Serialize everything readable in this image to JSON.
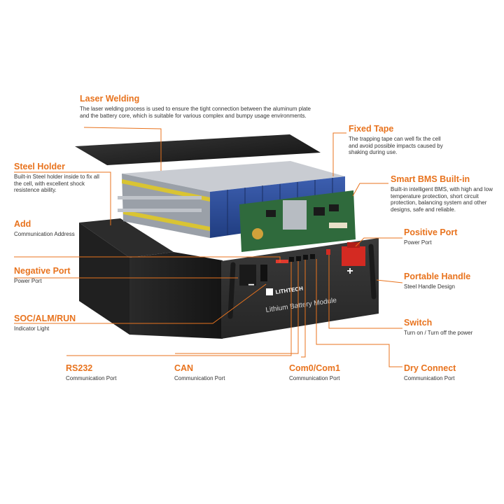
{
  "colors": {
    "accent": "#e8731e",
    "leader": "#e8731e",
    "text": "#333333",
    "cell_blue": "#2f4f9c",
    "cell_yellow": "#d9c433",
    "pcb_green": "#2f6a3c",
    "case": "#1e1e1e",
    "panel": "#2f2f2f",
    "terminal_red": "#d42a22"
  },
  "callouts": {
    "laser_welding": {
      "title": "Laser Welding",
      "desc": "The laser welding process is used to ensure the tight connection between the aluminum plate and the battery core, which is suitable for various complex and bumpy usage environments."
    },
    "fixed_tape": {
      "title": "Fixed Tape",
      "desc": "The trapping tape can well fix the cell and avoid possible impacts caused by shaking during use."
    },
    "steel_holder": {
      "title": "Steel Holder",
      "desc": "Built-in Steel holder inside to fix all the cell, with excellent shock resistence ability."
    },
    "smart_bms": {
      "title": "Smart BMS Built-in",
      "desc": "Built-in intelligent BMS, with high and low temperature protection, short circuit protection, balancing system and other designs, safe and reliable."
    },
    "add": {
      "title": "Add",
      "desc": "Communication Address"
    },
    "positive_port": {
      "title": "Positive Port",
      "desc": "Power Port"
    },
    "negative_port": {
      "title": "Negative Port",
      "desc": "Power Port"
    },
    "portable_handle": {
      "title": "Portable Handle",
      "desc": "Steel Handle Design"
    },
    "soc_alm_run": {
      "title": "SOC/ALM/RUN",
      "desc": "Indicator Light"
    },
    "switch": {
      "title": "Switch",
      "desc": "Turn on / Turn off the power"
    },
    "rs232": {
      "title": "RS232",
      "desc": "Communication Port"
    },
    "can": {
      "title": "CAN",
      "desc": "Communication Port"
    },
    "com0_com1": {
      "title": "Com0/Com1",
      "desc": "Communication Port"
    },
    "dry_connect": {
      "title": "Dry Connect",
      "desc": "Communication Port"
    }
  },
  "product": {
    "brand": "LITHTECH",
    "panel_label": "Lithium Battery Module",
    "minus_sign": "−",
    "plus_sign": "+"
  }
}
